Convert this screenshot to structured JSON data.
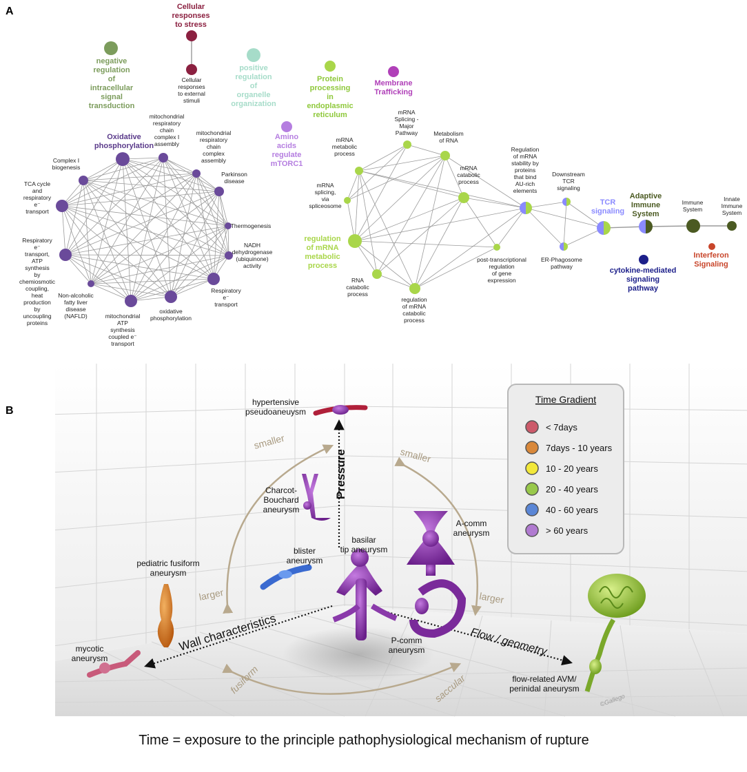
{
  "panel_labels": {
    "a": "A",
    "b": "B"
  },
  "colors": {
    "purple": "#6a4a9a",
    "green": "#a9d64a",
    "gray_green": "#7c9c5c",
    "maroon": "#8b2040",
    "teal": "#a6dcc9",
    "magenta": "#b040b8",
    "lilac": "#b57ee0",
    "olive": "#4b5a22",
    "navy": "#1c1f8a",
    "orange_red": "#c8452a",
    "tcr_blue": "#8a8aff",
    "edge": "#9a9a9a"
  },
  "network": {
    "cellular_stress": {
      "title": "Cellular responses to stress",
      "child": "Cellular responses to external stimuli"
    },
    "negative_regulation": "negative regulation of intracellular signal transduction",
    "positive_regulation": "positive regulation of organelle organization",
    "protein_processing": "Protein processing in endoplasmic reticulum",
    "membrane_trafficking": "Membrane Trafficking",
    "amino_acids": "Amino acids regulate mTORC1",
    "oxphos_cluster": {
      "title": "Oxidative phosphorylation",
      "nodes": [
        "mitochondrial respiratory chain complex I assembly",
        "mitochondrial respiratory chain complex assembly",
        "Parkinson disease",
        "Thermogenesis",
        "NADH dehydrogenase (ubiquinone) activity",
        "Respiratory e⁻ transport",
        "oxidative phosphorylation",
        "mitochondrial ATP synthesis coupled e⁻ transport",
        "Non-alcoholic fatty liver disease (NAFLD)",
        "Respiratory e⁻ transport, ATP synthesis by chemiosmotic coupling, heat production by uncoupling proteins",
        "TCA cycle and respiratory e⁻ transport",
        "Complex I biogenesis"
      ]
    },
    "mrna_cluster": {
      "title": "regulation of mRNA metabolic process",
      "nodes": [
        "mRNA Splicing - Major Pathway",
        "Metabolism of RNA",
        "mRNA metabolic process",
        "mRNA catabolic process",
        "mRNA splicing, via spliceosome",
        "RNA catabolic process",
        "regulation of mRNA catabolic process",
        "post-transcriptional regulation of gene expression",
        "Regulation of mRNA stability by proteins that bind AU-rich elements",
        "Downstream TCR signaling",
        "ER-Phagosome pathway"
      ]
    },
    "immune": {
      "tcr": "TCR signaling",
      "adaptive": "Adaptive Immune System",
      "immune_system": "Immune System",
      "innate": "Innate Immune System",
      "interferon": "Interferon Signaling",
      "cytokine": "cytokine-mediated signaling pathway"
    }
  },
  "diagram_b": {
    "legend": {
      "title": "Time Gradient",
      "items": [
        {
          "label": "< 7days",
          "color": "#cc5a6a"
        },
        {
          "label": "7days - 10 years",
          "color": "#d9883a"
        },
        {
          "label": "10 - 20 years",
          "color": "#f2e83a"
        },
        {
          "label": "20 - 40 years",
          "color": "#98c84a"
        },
        {
          "label": "40 - 60 years",
          "color": "#5a86d6"
        },
        {
          "label": "> 60 years",
          "color": "#b07ad0"
        }
      ]
    },
    "axes": {
      "pressure": "Pressure",
      "wall": "Wall characteristics",
      "flow": "Flow / geometry"
    },
    "arcs": {
      "smaller_left": "smaller",
      "smaller_right": "smaller",
      "larger_left": "larger",
      "larger_right": "larger",
      "fusiform": "fusiform",
      "saccular": "saccular"
    },
    "aneurysms": {
      "hypertensive": "hypertensive pseudoaneuysm",
      "charcot": "Charcot-Bouchard aneurysm",
      "blister": "blister aneurysm",
      "basilar": "basilar tip aneurysm",
      "acomm": "A-comm aneurysm",
      "pediatric": "pediatric fusiform aneurysm",
      "mycotic": "mycotic aneurysm",
      "pcomm": "P-comm aneurysm",
      "avm": "flow-related AVM/ perinidal aneurysm"
    },
    "signature": "©Gallego",
    "caption": "Time = exposure to the principle pathophysiological mechanism of rupture"
  }
}
